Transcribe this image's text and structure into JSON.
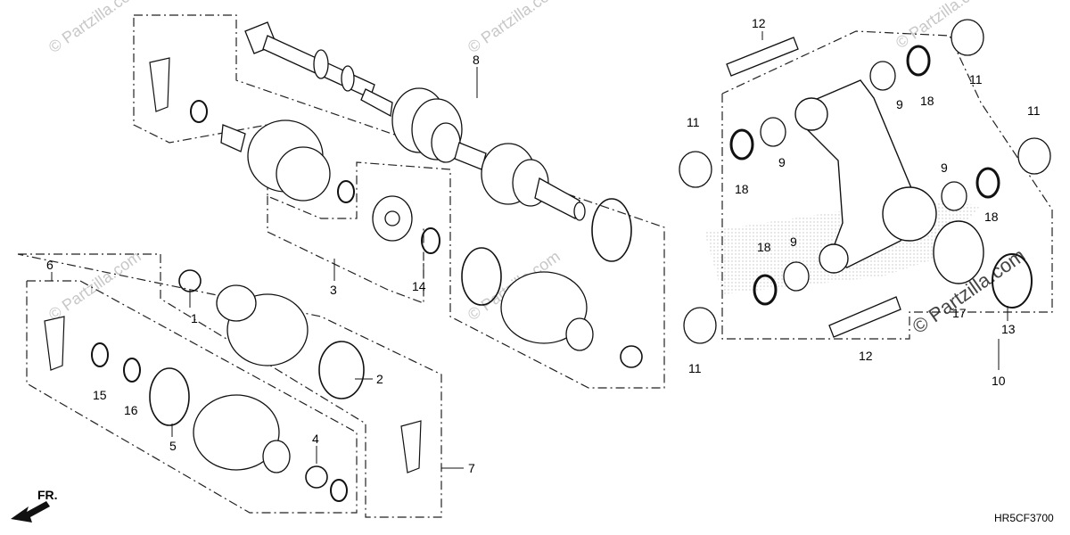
{
  "diagram_code": "HR5CF3700",
  "direction_label": "FR.",
  "watermark": "© Partzilla.com",
  "callouts": [
    {
      "id": "c1",
      "text": "1"
    },
    {
      "id": "c2",
      "text": "2"
    },
    {
      "id": "c3",
      "text": "3"
    },
    {
      "id": "c4",
      "text": "4"
    },
    {
      "id": "c5",
      "text": "5"
    },
    {
      "id": "c6",
      "text": "6"
    },
    {
      "id": "c7",
      "text": "7"
    },
    {
      "id": "c8",
      "text": "8"
    },
    {
      "id": "c9a",
      "text": "9"
    },
    {
      "id": "c9b",
      "text": "9"
    },
    {
      "id": "c9c",
      "text": "9"
    },
    {
      "id": "c9d",
      "text": "9"
    },
    {
      "id": "c10",
      "text": "10"
    },
    {
      "id": "c11a",
      "text": "11"
    },
    {
      "id": "c11b",
      "text": "11"
    },
    {
      "id": "c11c",
      "text": "11"
    },
    {
      "id": "c11d",
      "text": "11"
    },
    {
      "id": "c12a",
      "text": "12"
    },
    {
      "id": "c12b",
      "text": "12"
    },
    {
      "id": "c13",
      "text": "13"
    },
    {
      "id": "c14",
      "text": "14"
    },
    {
      "id": "c15",
      "text": "15"
    },
    {
      "id": "c16",
      "text": "16"
    },
    {
      "id": "c17",
      "text": "17"
    },
    {
      "id": "c18a",
      "text": "18"
    },
    {
      "id": "c18b",
      "text": "18"
    },
    {
      "id": "c18c",
      "text": "18"
    },
    {
      "id": "c18d",
      "text": "18"
    }
  ]
}
